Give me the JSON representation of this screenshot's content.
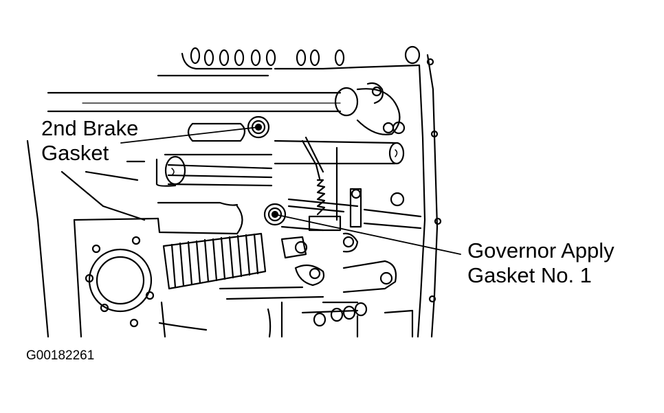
{
  "labels": {
    "second_brake_gasket": [
      "2nd Brake",
      "Gasket"
    ],
    "governor_apply_gasket": [
      "Governor Apply",
      "Gasket No. 1"
    ]
  },
  "figure_id": "G00182261",
  "colors": {
    "line": "#000000",
    "background": "#ffffff"
  }
}
